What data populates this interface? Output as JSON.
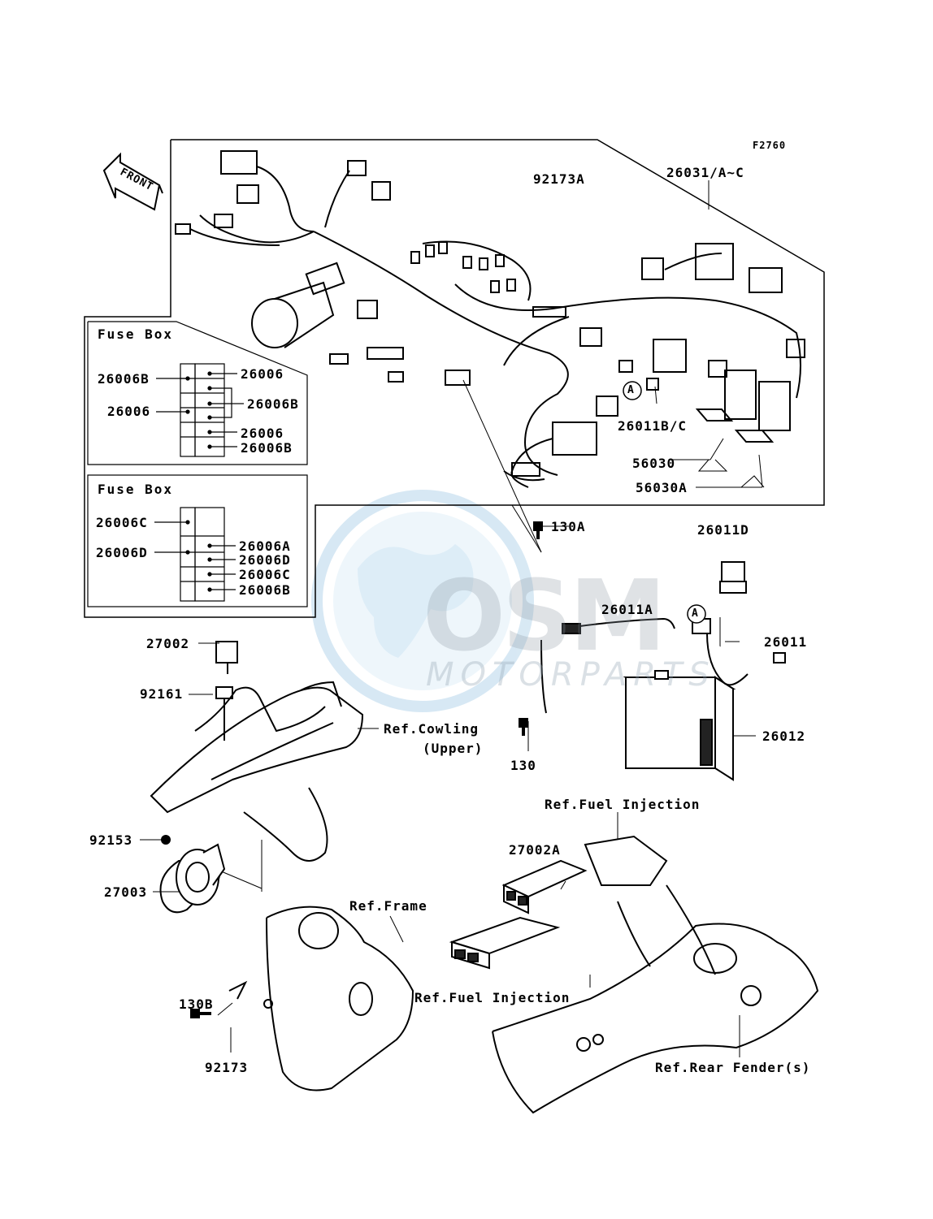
{
  "figure_code": "F2760",
  "front_label": "FRONT",
  "watermark": {
    "logo": "OSM",
    "sub": "MOTORPARTS"
  },
  "fuse_box_1": {
    "title": "Fuse Box",
    "left_labels": [
      "26006B",
      "26006"
    ],
    "right_labels": [
      "26006",
      "26006B",
      "26006",
      "26006B"
    ]
  },
  "fuse_box_2": {
    "title": "Fuse Box",
    "left_labels": [
      "26006C",
      "26006D"
    ],
    "right_labels": [
      "26006A",
      "26006D",
      "26006C",
      "26006B"
    ]
  },
  "parts": {
    "p92173A": "92173A",
    "p26031": "26031/A~C",
    "p26011BC": "26011B/C",
    "p56030": "56030",
    "p56030A": "56030A",
    "p130A": "130A",
    "p26011D": "26011D",
    "p26011A": "26011A",
    "p26011": "26011",
    "p26012": "26012",
    "p130": "130",
    "p27002": "27002",
    "p92161": "92161",
    "p92153": "92153",
    "p27003": "27003",
    "p27002A": "27002A",
    "p130B": "130B",
    "p92173": "92173",
    "circleA1": "A",
    "circleA2": "A"
  },
  "refs": {
    "cowling_1": "Ref.Cowling",
    "cowling_2": "(Upper)",
    "fuel_injection_top": "Ref.Fuel Injection",
    "frame": "Ref.Frame",
    "fuel_injection_bottom": "Ref.Fuel Injection",
    "rear_fender": "Ref.Rear Fender(s)"
  }
}
